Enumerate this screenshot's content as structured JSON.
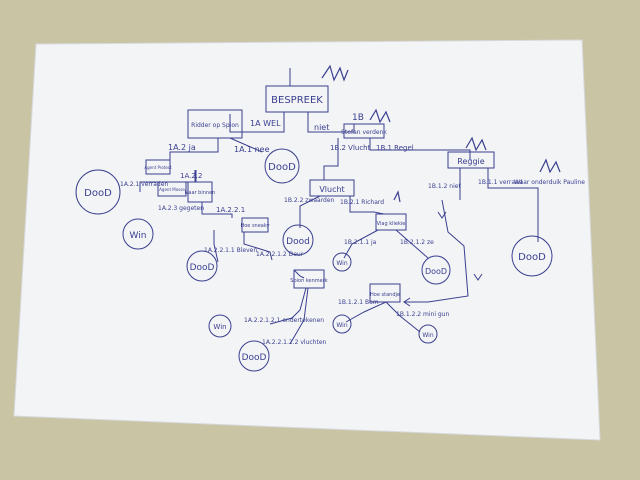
{
  "scene": {
    "colors": {
      "table": "#c9c4a4",
      "paper": "#f3f4f6",
      "ink": "#3a3f8f"
    },
    "nodes": [
      {
        "id": "root",
        "text": "BESPREEK"
      },
      {
        "id": "ridder",
        "text": "Ridder op Spion"
      },
      {
        "id": "stefan",
        "text": "Stefan verdenk"
      },
      {
        "id": "reggie",
        "text": "Reggie"
      },
      {
        "id": "aprotect",
        "text": "Agent Protect"
      },
      {
        "id": "agentmosse",
        "text": "Agent Mosse"
      },
      {
        "id": "naar",
        "text": "Naar binnen"
      },
      {
        "id": "hoesneaky",
        "text": "Hoe sneaky"
      },
      {
        "id": "vlucht",
        "text": "Vlucht"
      },
      {
        "id": "vlagkliekie",
        "text": "Vlag kliekie"
      },
      {
        "id": "ispion",
        "text": "Spion kenmerk"
      },
      {
        "id": "hoestandje",
        "text": "Hoe standje"
      }
    ],
    "labels": [
      {
        "id": "l_1a",
        "text": "1A WEL"
      },
      {
        "id": "l_niet",
        "text": "niet"
      },
      {
        "id": "l_1b",
        "text": "1B"
      },
      {
        "id": "l_1a2",
        "text": "1A.2 ja"
      },
      {
        "id": "l_1a1",
        "text": "1A.1 nee"
      },
      {
        "id": "l_1b2",
        "text": "1B.2 Vlucht"
      },
      {
        "id": "l_1b1",
        "text": "1B.1 Regel"
      },
      {
        "id": "l_1a21",
        "text": "1A.2.1 verraden"
      },
      {
        "id": "l_1a22",
        "text": "1A.2.2"
      },
      {
        "id": "l_1a23",
        "text": "1A.2.3 gegeten"
      },
      {
        "id": "l_1a221",
        "text": "1A.2.2.1"
      },
      {
        "id": "l_1a2211",
        "text": "1A.2.2.1.1 Bleven"
      },
      {
        "id": "l_1a2212",
        "text": "1A.2.2.1.2 Deur"
      },
      {
        "id": "l_1b22",
        "text": "1B.2.2 zwaarden"
      },
      {
        "id": "l_1b21",
        "text": "1B.2.1 Richard"
      },
      {
        "id": "l_1b12",
        "text": "1B.1.2 niet"
      },
      {
        "id": "l_1b11",
        "text": "1B.1.1 verraad"
      },
      {
        "id": "l_waar",
        "text": "Waar onderduik Pauline"
      },
      {
        "id": "l_1b211",
        "text": "1B.2.1.1 ja"
      },
      {
        "id": "l_1b212",
        "text": "1B.2.1.2 ze"
      },
      {
        "id": "l_1b121",
        "text": "1B.1.2.1 Bom"
      },
      {
        "id": "l_1b122",
        "text": "1B.1.2.2 mini gun"
      },
      {
        "id": "l_1a22121",
        "text": "1A.2.2.1.2.1 ondertekenen"
      },
      {
        "id": "l_1a22122",
        "text": "1A.2.2.1.2.2 vluchten"
      }
    ],
    "outcomes": [
      {
        "id": "o_dood1",
        "text": "DooD"
      },
      {
        "id": "o_dood2",
        "text": "DooD"
      },
      {
        "id": "o_win1",
        "text": "Win"
      },
      {
        "id": "o_dood3",
        "text": "DooD"
      },
      {
        "id": "o_dood4",
        "text": "Dood"
      },
      {
        "id": "o_dood5",
        "text": "DooD"
      },
      {
        "id": "o_dood6",
        "text": "DooD"
      },
      {
        "id": "o_win2",
        "text": "Win"
      },
      {
        "id": "o_win3",
        "text": "Win"
      },
      {
        "id": "o_win4",
        "text": "Win"
      },
      {
        "id": "o_dood7",
        "text": "DooD"
      },
      {
        "id": "o_win5",
        "text": "Win"
      }
    ]
  }
}
